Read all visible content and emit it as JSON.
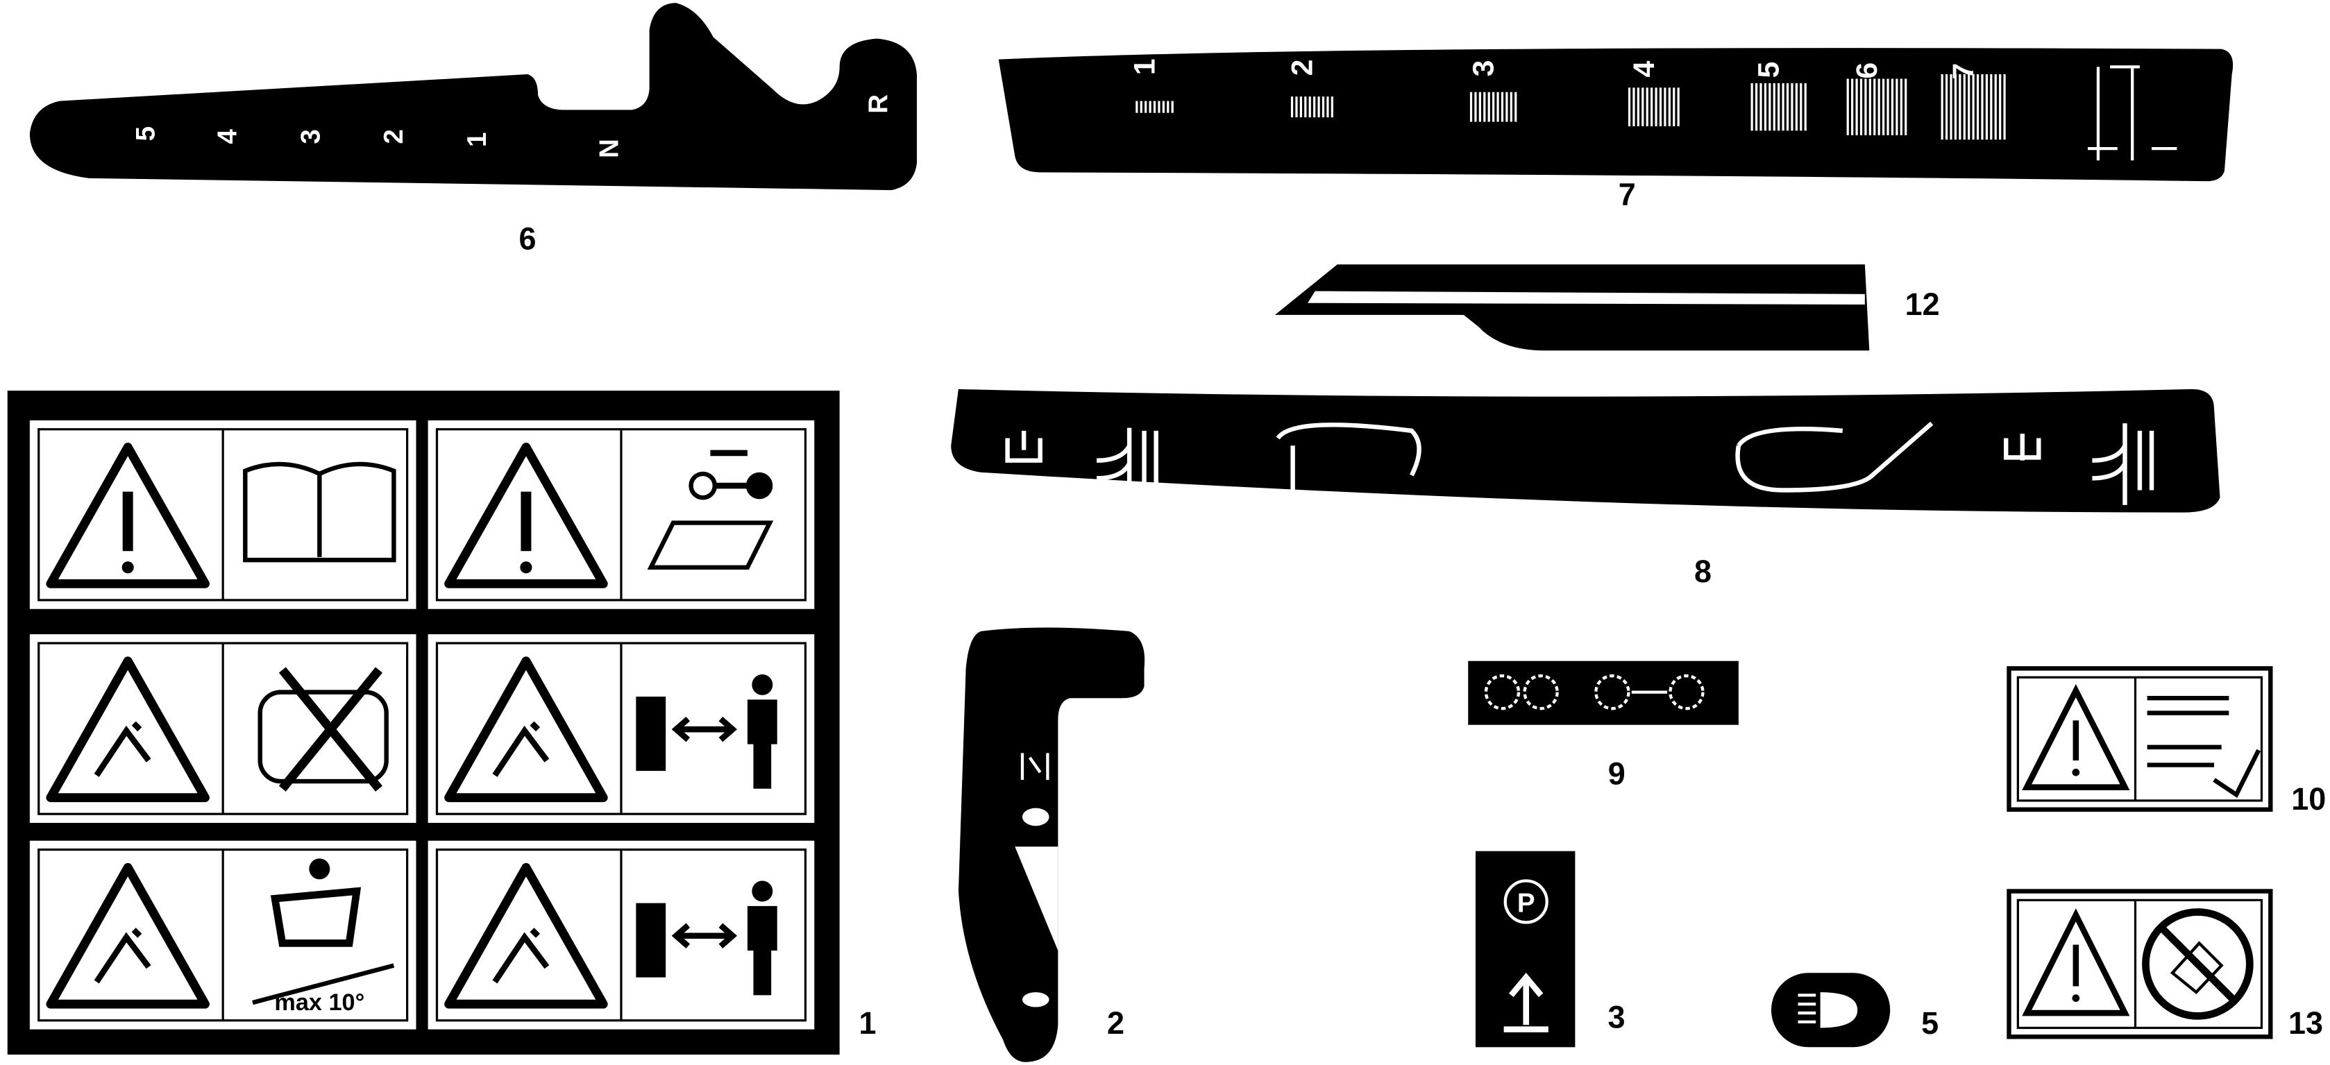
{
  "colors": {
    "ink": "#000000",
    "paper": "#ffffff"
  },
  "callouts": {
    "d1": "1",
    "d2": "2",
    "d3": "3",
    "d5": "5",
    "d6": "6",
    "d7": "7",
    "d8": "8",
    "d9": "9",
    "d10": "10",
    "d12": "12",
    "d13": "13"
  },
  "decal6": {
    "gears": [
      "5",
      "4",
      "3",
      "2",
      "1",
      "N",
      "R"
    ]
  },
  "decal7": {
    "heights": [
      "1",
      "2",
      "3",
      "4",
      "5",
      "6",
      "7"
    ]
  },
  "decal1": {
    "slope_text": "max 10°"
  },
  "decal3": {
    "parking_symbol": "P"
  }
}
